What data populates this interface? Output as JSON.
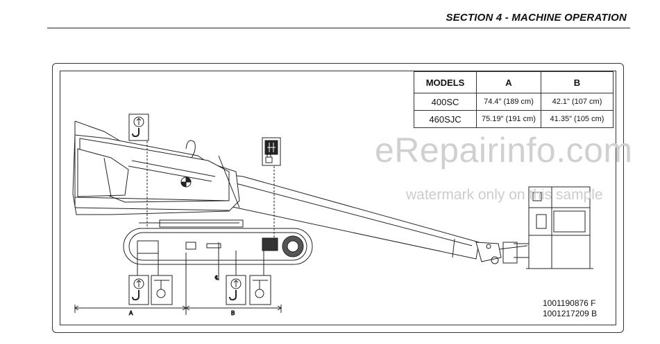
{
  "header": {
    "section_title": "SECTION 4 - MACHINE OPERATION"
  },
  "spec_table": {
    "headers": [
      "MODELS",
      "A",
      "B"
    ],
    "rows": [
      [
        "400SC",
        "74.4\" (189 cm)",
        "42.1\" (107 cm)"
      ],
      [
        "460SJC",
        "75.19\" (191 cm)",
        "41.35\" (105 cm)"
      ]
    ]
  },
  "dimension_labels": {
    "a": "A",
    "b": "B",
    "centerline": "℄"
  },
  "part_numbers": [
    "1001190876 F",
    "1001217209 B"
  ],
  "watermark": {
    "line1": "eRepairinfo.com",
    "line2": "watermark only on this sample"
  },
  "icons": [
    "lift-hook-icon",
    "tie-down-icon",
    "lift-hook-icon",
    "tie-down-icon",
    "lift-hook-icon",
    "lock-icon"
  ]
}
